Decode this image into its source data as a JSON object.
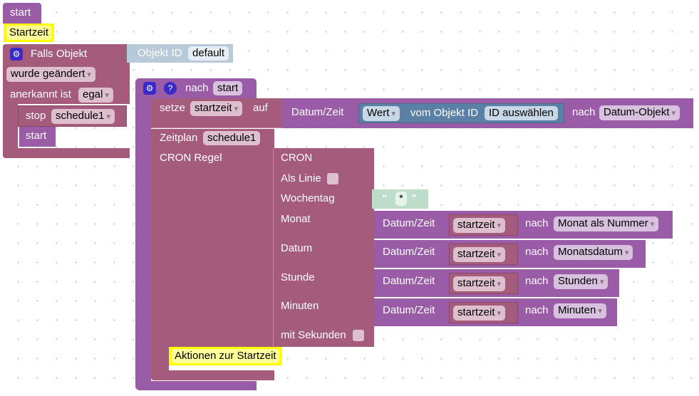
{
  "block_start_top": {
    "label": "start"
  },
  "comment_startzeit": "Startzeit",
  "falls_objekt": {
    "label": "Falls Objekt",
    "condition": "wurde geändert",
    "acknowledged_label": "anerkannt ist",
    "acknowledged_value": "egal",
    "objekt_id_label": "Objekt ID",
    "objekt_id_value": "default"
  },
  "stop_block": {
    "label": "stop",
    "value": "schedule1"
  },
  "start_block": {
    "label": "start"
  },
  "nach_block": {
    "label": "nach",
    "value": "start"
  },
  "setze_block": {
    "label": "setze",
    "variable": "startzeit",
    "suffix": "auf"
  },
  "datum_main": {
    "label": "Datum/Zeit",
    "wert": "Wert",
    "vom_label": "vom Objekt ID",
    "id_value": "ID auswählen",
    "nach_label": "nach",
    "format": "Datum-Objekt"
  },
  "zeitplan": {
    "label": "Zeitplan",
    "value": "schedule1",
    "cron_label": "CRON Regel"
  },
  "cron": {
    "title": "CRON",
    "als_linie": "Als Linie",
    "wochentag": "Wochentag",
    "monat": "Monat",
    "datum": "Datum",
    "stunde": "Stunde",
    "minuten": "Minuten",
    "mit_sekunden": "mit Sekunden",
    "wochentag_value": "*",
    "quote_open": "“",
    "quote_close": "”"
  },
  "datum_rows": [
    {
      "label": "Datum/Zeit",
      "variable": "startzeit",
      "nach": "nach",
      "format": "Monat als Nummer"
    },
    {
      "label": "Datum/Zeit",
      "variable": "startzeit",
      "nach": "nach",
      "format": "Monatsdatum"
    },
    {
      "label": "Datum/Zeit",
      "variable": "startzeit",
      "nach": "nach",
      "format": "Stunden"
    },
    {
      "label": "Datum/Zeit",
      "variable": "startzeit",
      "nach": "nach",
      "format": "Minuten"
    }
  ],
  "comment_aktionen": "Aktionen zur Startzeit",
  "colors": {
    "purple": "#9a5ba7",
    "maroon": "#a55b7c",
    "blue": "#5b80a5",
    "comment": "#ffff00"
  }
}
